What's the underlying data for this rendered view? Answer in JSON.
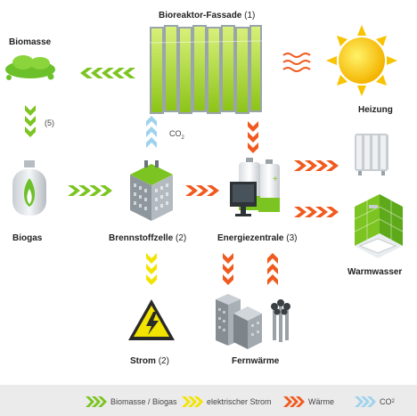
{
  "labels": {
    "fassade": "Bioreaktor-Fassade",
    "fassade_num": "(1)",
    "biomasse": "Biomasse",
    "heizung": "Heizung",
    "biogas": "Biogas",
    "brennstoffzelle": "Brennstoffzelle",
    "brennstoffzelle_num": "(2)",
    "energiezentrale": "Energiezentrale",
    "energiezentrale_num": "(3)",
    "warmwasser": "Warmwasser",
    "strom": "Strom",
    "strom_num": "(2)",
    "fernwaerme": "Fernwärme",
    "step5": "(5)",
    "co2": "CO",
    "co2_sub": "2"
  },
  "legend": [
    {
      "label": "Biomasse / Biogas",
      "color": "#7cc421"
    },
    {
      "label": "elektrischer Strom",
      "color": "#f2e300"
    },
    {
      "label": "Wärme",
      "color": "#f05a1e"
    },
    {
      "label": "CO",
      "sub": "2",
      "color": "#9fd3ec"
    }
  ],
  "colors": {
    "green": "#7cc421",
    "yellow": "#f2e300",
    "orange": "#f05a1e",
    "blue": "#9fd3ec"
  }
}
